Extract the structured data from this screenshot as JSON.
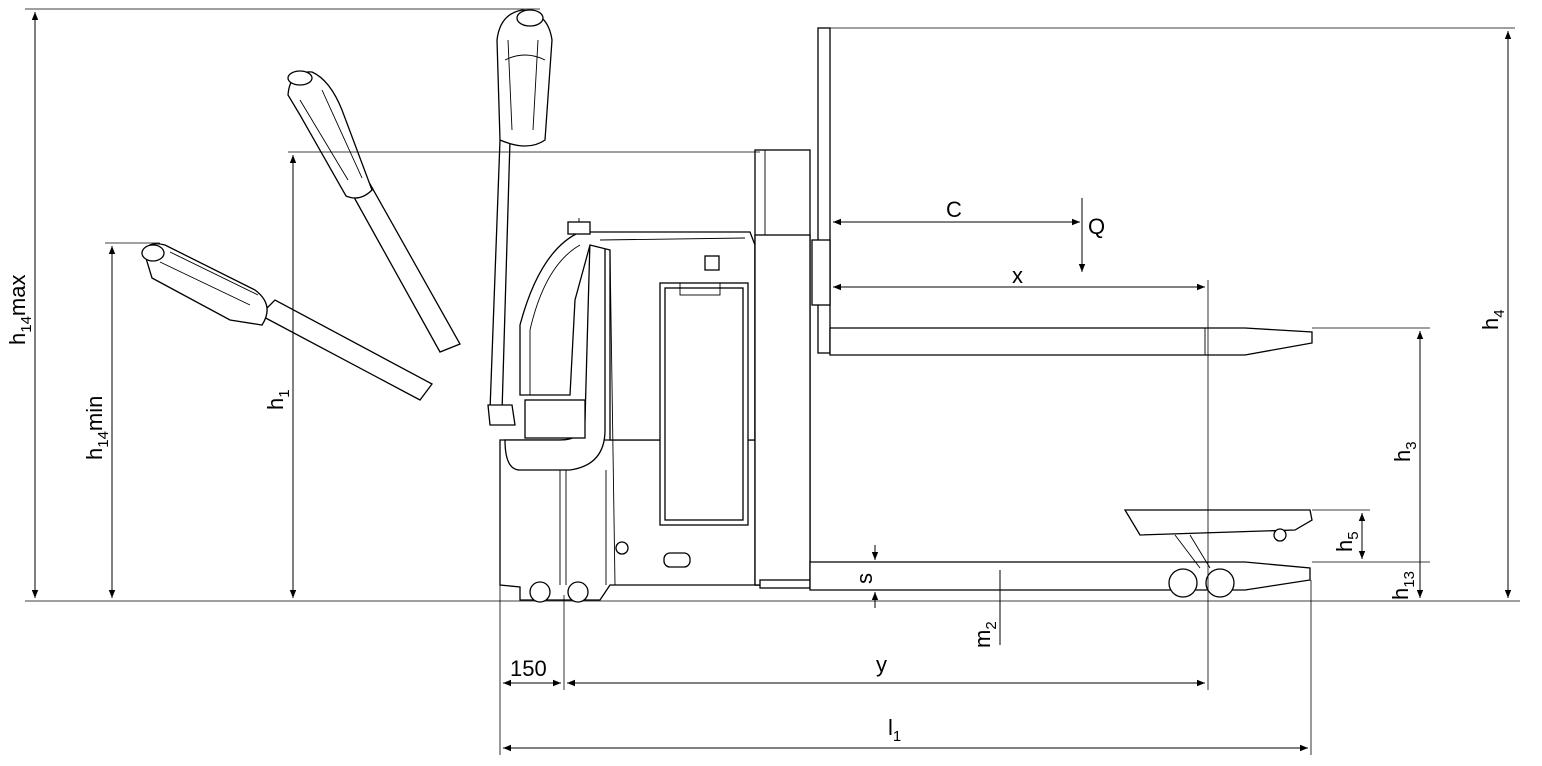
{
  "colors": {
    "line": "#000000",
    "background": "#ffffff"
  },
  "labels": {
    "h14max": {
      "main": "h",
      "sub": "14",
      "tail": "max"
    },
    "h14min": {
      "main": "h",
      "sub": "14",
      "tail": "min"
    },
    "h1": {
      "main": "h",
      "sub": "1"
    },
    "h3": {
      "main": "h",
      "sub": "3"
    },
    "h4": {
      "main": "h",
      "sub": "4"
    },
    "h5": {
      "main": "h",
      "sub": "5"
    },
    "h13": {
      "main": "h",
      "sub": "13"
    },
    "m2": {
      "main": "m",
      "sub": "2"
    },
    "l1": {
      "main": "l",
      "sub": "1"
    },
    "c": "C",
    "q": "Q",
    "x": "x",
    "y": "y",
    "s": "s",
    "dim150": "150"
  }
}
